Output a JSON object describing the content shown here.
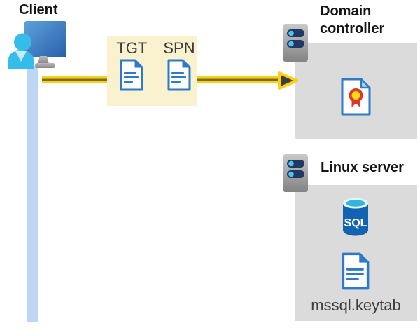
{
  "client": {
    "label": "Client"
  },
  "token_box": {
    "items": [
      {
        "label": "TGT",
        "icon": "document-icon"
      },
      {
        "label": "SPN",
        "icon": "document-icon"
      }
    ]
  },
  "domain_controller": {
    "label": "Domain controller",
    "icons": [
      "server-icon",
      "certificate-icon"
    ]
  },
  "linux_server": {
    "label": "Linux server",
    "sql_label": "SQL",
    "keytab_label": "mssql.keytab",
    "icons": [
      "server-icon",
      "sql-database-icon",
      "document-icon"
    ]
  },
  "connector": {
    "type": "arrow",
    "from": "client",
    "to": "domain_controller"
  },
  "colors": {
    "heading-color": "#141414",
    "label-gray": "#3d3d3d",
    "token-box-yellow": "#faf2cf",
    "panel-gray": "#dbdbdb",
    "arrow-yellow": "#fbd116",
    "arrow-core": "#7a6e1e",
    "arrowhead-gray": "#3e3e3e",
    "timeline-blue": "#bdd7f3",
    "doc-blue": "#2e79c8",
    "fold-light-blue": "#b9d7f2",
    "seal-yellow": "#ffd816",
    "seal-red": "#dc3a28",
    "server-navy": "#203864",
    "dot-cyan": "#4fc3e8",
    "person-cyan": "#35bce8",
    "collar-light": "#c5eaf8",
    "sql-blue": "#1263b2",
    "sql-teal": "#30b6de",
    "sql-rim": "#e6f7fc"
  }
}
